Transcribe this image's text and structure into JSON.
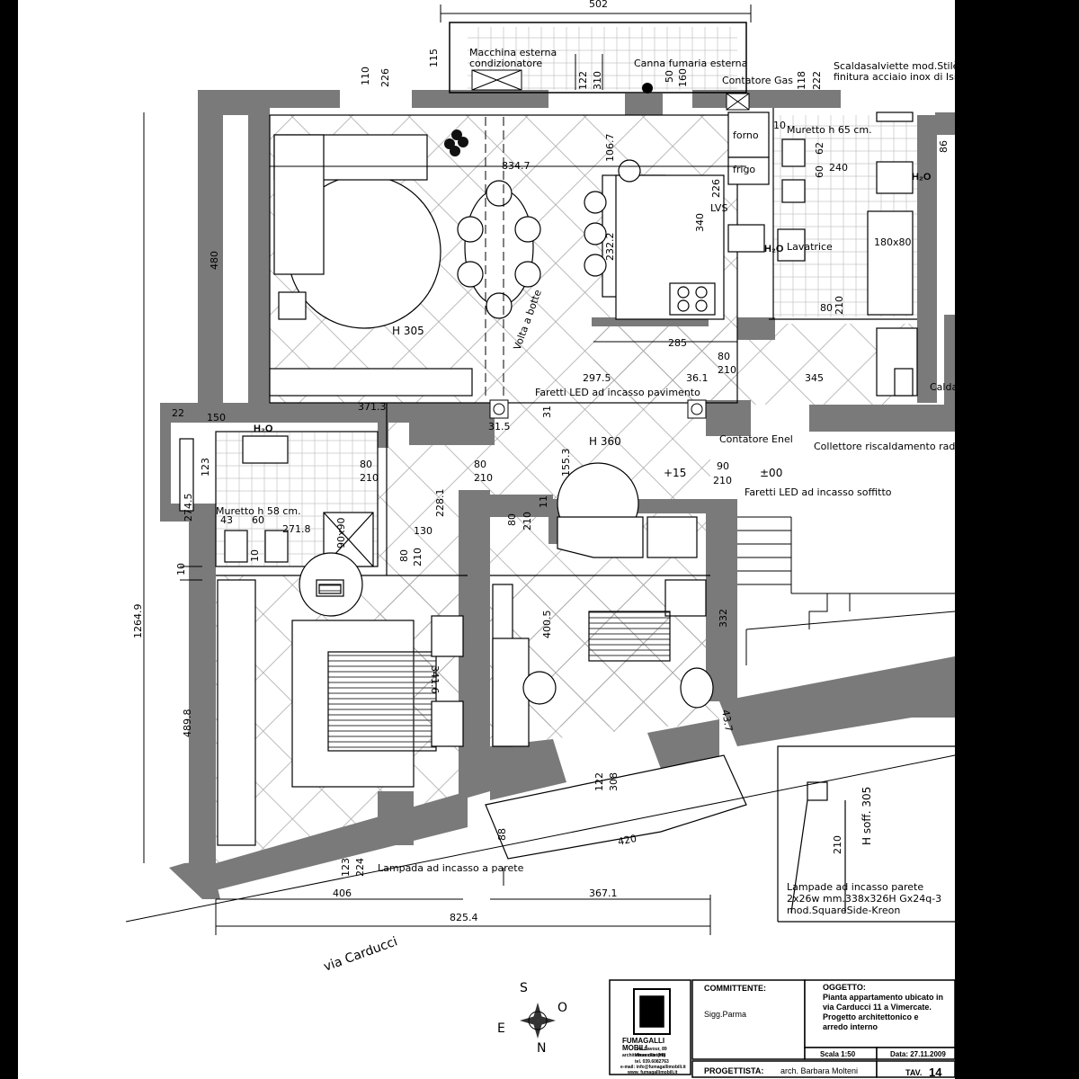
{
  "labels": {
    "dim_502": "502",
    "dim_115": "115",
    "dim_110": "110",
    "dim_226a": "226",
    "dim_122": "122",
    "dim_310": "310",
    "dim_50": "50",
    "dim_160": "160",
    "dim_118": "118",
    "dim_222": "222",
    "dim_86": "86",
    "macchina": "Macchina esterna",
    "condizionatore": "condizionatore",
    "canna": "Canna fumaria esterna",
    "contatore_gas": "Contatore Gas",
    "scaldasalviette": "Scaldasalviette mod.Stilè",
    "finitura": "finitura acciaio inox di Isr",
    "forno": "forno",
    "frigo": "frigo",
    "muretto65": "Muretto h 65 cm.",
    "dim_10a": "10",
    "dim_62": "62",
    "dim_60a": "60",
    "dim_240": "240",
    "h2o_a": "H₂O",
    "dim_834": "834.7",
    "dim_1067": "106.7",
    "dim_226b": "226",
    "lvs": "LVS",
    "dim_340": "340",
    "dim_2322": "232.2",
    "h2o_b": "H₂O",
    "lavatrice": "Lavatrice",
    "vasca": "180x80",
    "dim_480": "480",
    "h305": "H 305",
    "volta": "Volta a botte",
    "dim_80a": "80",
    "dim_210a": "210",
    "dim_285": "285",
    "dim_80b": "80",
    "dim_210b": "210",
    "dim_2975": "297.5",
    "dim_361": "36.1",
    "dim_345": "345",
    "caldaia": "Caldai",
    "faretti_pav": "Faretti LED ad incasso pavimento",
    "dim_3713": "371.3",
    "dim_22": "22",
    "dim_150": "150",
    "h2o_c": "H₂O",
    "dim_315": "31.5",
    "dim_31": "31",
    "h360": "H 360",
    "contatore_enel": "Contatore Enel",
    "collettore": "Collettore riscaldamento radian",
    "dim_1553": "155.3",
    "dim_123a": "123",
    "dim_80c": "80",
    "dim_210c": "210",
    "dim_80d": "80",
    "dim_210d": "210",
    "plus15": "+15",
    "dim_90": "90",
    "dim_210e": "210",
    "pm00": "±00",
    "faretti_soff": "Faretti LED ad incasso soffitto",
    "dim_12649": "1264.9",
    "dim_2745": "274.5",
    "muretto58": "Muretto h 58 cm.",
    "dim_43": "43",
    "dim_60b": "60",
    "dim_2718": "271.8",
    "doccia": "90x90",
    "dim_2281": "228.1",
    "dim_130": "130",
    "dim_80e": "80",
    "dim_210f": "210",
    "dim_80f": "80",
    "dim_210g": "210",
    "dim_10b": "10",
    "dim_11": "11",
    "dim_10c": "10",
    "dim_4005": "400.5",
    "dim_332": "332",
    "dim_3416": "341.6",
    "dim_4898": "489.8",
    "dim_37": "43.7",
    "dim_122b": "122",
    "dim_308": "308",
    "dim_88": "88",
    "dim_420": "420",
    "dim_123b": "123",
    "dim_224": "224",
    "lampada": "Lampada ad incasso a parete",
    "dim_406": "406",
    "dim_3671": "367.1",
    "dim_8254": "825.4",
    "via": "via Carducci",
    "hsoff": "H soff. 305",
    "dim_210h": "210",
    "lamp1": "Lampade ad incasso parete",
    "lamp2": "2x26w mm.338x326H Gx24q-3",
    "lamp3": "mod.SquareSide-Kreon",
    "compass_s": "S",
    "compass_o": "O",
    "compass_e": "E",
    "compass_n": "N"
  },
  "title_block": {
    "logo_name": "FUMAGALLI",
    "logo_name2": "MOBILI",
    "logo_sub": "architettura d'interni",
    "addr1": "via Cavour, 89",
    "addr2": "Vimercate (MI)",
    "addr3": "tel. 039.6082763",
    "addr4": "e-mail: info@fumagallimobili.it",
    "addr5": "www. fumagallimobili.it",
    "committente_label": "COMMITTENTE:",
    "committente_value": "Sigg.Parma",
    "oggetto_label": "OGGETTO:",
    "oggetto_1": "Pianta appartamento ubicato in",
    "oggetto_2": "via Carducci 11 a Vimercate.",
    "oggetto_3": "Progetto architettonico e",
    "oggetto_4": "arredo interno",
    "scala": "Scala 1:50",
    "data": "Data: 27.11.2009",
    "progettista_label": "PROGETTISTA:",
    "progettista_value": "arch. Barbara Molteni",
    "tav_label": "TAV.",
    "tav_value": "14"
  },
  "colors": {
    "wall": "#7a7a7a",
    "line": "#000000",
    "paper": "#ffffff",
    "frame": "#000000"
  }
}
